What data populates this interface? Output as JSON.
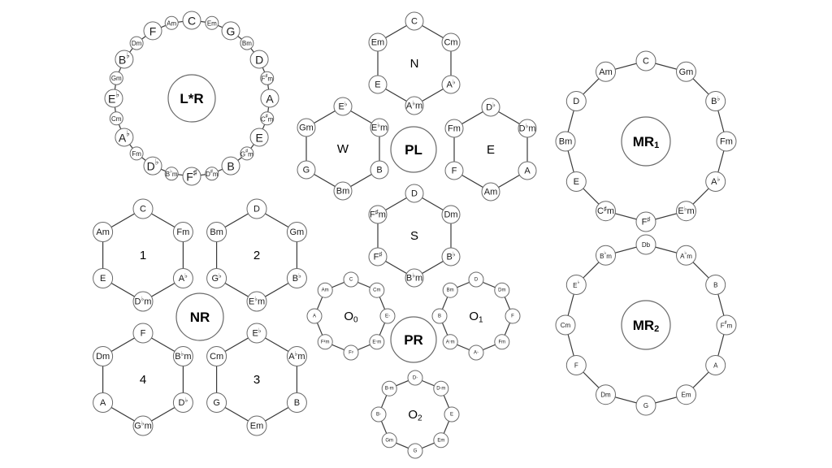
{
  "diagrams": [
    {
      "id": "lr",
      "title": "L*R",
      "title_sub": "",
      "title_bold": true,
      "labels": [
        "C",
        "Em",
        "G",
        "Bm",
        "D",
        "F♯m",
        "A",
        "C♯m",
        "E",
        "G♯m",
        "B",
        "D♯m",
        "F♯",
        "B♭m",
        "D♭",
        "Fm",
        "A♭",
        "Cm",
        "E♭",
        "Gm",
        "B♭",
        "Dm",
        "F",
        "Am"
      ]
    },
    {
      "id": "n",
      "title": "N",
      "title_sub": "",
      "title_bold": false,
      "labels": [
        "C",
        "Cm",
        "A♭",
        "A♭m",
        "E",
        "Em"
      ]
    },
    {
      "id": "w",
      "title": "W",
      "title_sub": "",
      "title_bold": false,
      "labels": [
        "E♭",
        "E♭m",
        "B",
        "Bm",
        "G",
        "Gm"
      ]
    },
    {
      "id": "pl",
      "title": "PL",
      "title_sub": "",
      "title_bold": true,
      "labels": []
    },
    {
      "id": "e",
      "title": "E",
      "title_sub": "",
      "title_bold": false,
      "labels": [
        "D♭",
        "D♭m",
        "A",
        "Am",
        "F",
        "Fm"
      ]
    },
    {
      "id": "s",
      "title": "S",
      "title_sub": "",
      "title_bold": false,
      "labels": [
        "D",
        "Dm",
        "B♭",
        "B♭m",
        "F♯",
        "F♯m"
      ]
    },
    {
      "id": "mr1",
      "title": "MR",
      "title_sub": "1",
      "title_bold": true,
      "labels": [
        "C",
        "Gm",
        "B♭",
        "Fm",
        "A♭",
        "E♭m",
        "F♯",
        "C♯m",
        "E",
        "Bm",
        "D",
        "Am"
      ]
    },
    {
      "id": "mr2",
      "title": "MR",
      "title_sub": "2",
      "title_bold": true,
      "labels": [
        "Db",
        "A♭m",
        "B",
        "F♯m",
        "A",
        "Em",
        "G",
        "Dm",
        "F",
        "Cm",
        "E♭",
        "B♭m"
      ]
    },
    {
      "id": "h1",
      "title": "1",
      "title_sub": "",
      "title_bold": false,
      "labels": [
        "C",
        "Fm",
        "A♭",
        "D♭m",
        "E",
        "Am"
      ]
    },
    {
      "id": "h2",
      "title": "2",
      "title_sub": "",
      "title_bold": false,
      "labels": [
        "D",
        "Gm",
        "B♭",
        "E♭m",
        "G♭",
        "Bm"
      ]
    },
    {
      "id": "nr",
      "title": "NR",
      "title_sub": "",
      "title_bold": true,
      "labels": []
    },
    {
      "id": "h4",
      "title": "4",
      "title_sub": "",
      "title_bold": false,
      "labels": [
        "F",
        "B♭m",
        "D♭",
        "G♭m",
        "A",
        "Dm"
      ]
    },
    {
      "id": "h3",
      "title": "3",
      "title_sub": "",
      "title_bold": false,
      "labels": [
        "E♭",
        "A♭m",
        "B",
        "Em",
        "G",
        "Cm"
      ]
    },
    {
      "id": "o0",
      "title": "O",
      "title_sub": "0",
      "title_bold": false,
      "labels": [
        "C",
        "Cm",
        "E♭",
        "E♭m",
        "F♯",
        "F♯m",
        "A",
        "Am"
      ]
    },
    {
      "id": "pr",
      "title": "PR",
      "title_sub": "",
      "title_bold": true,
      "labels": []
    },
    {
      "id": "o1",
      "title": "O",
      "title_sub": "1",
      "title_bold": false,
      "labels": [
        "D",
        "Dm",
        "F",
        "Fm",
        "A♭",
        "A♭m",
        "B",
        "Bm"
      ]
    },
    {
      "id": "o2",
      "title": "O",
      "title_sub": "2",
      "title_bold": false,
      "labels": [
        "D♭",
        "D♭m",
        "E",
        "Em",
        "G",
        "Gm",
        "B♭",
        "B♭m"
      ]
    }
  ]
}
